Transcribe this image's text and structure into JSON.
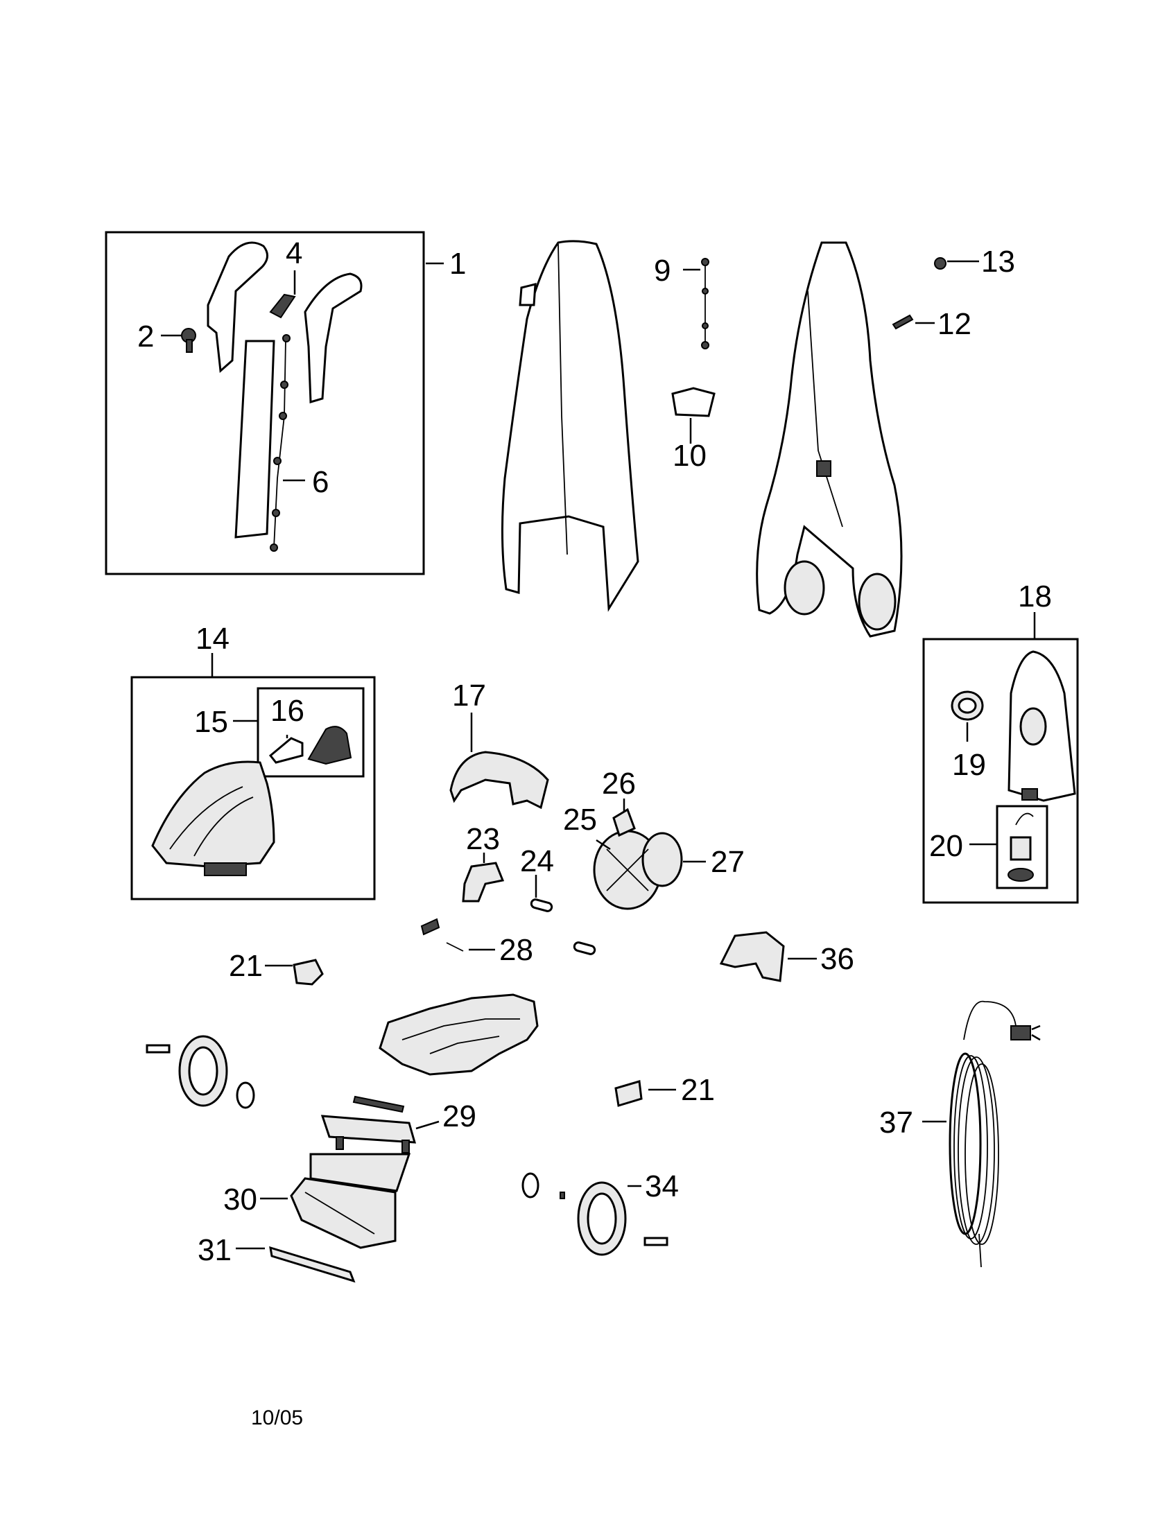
{
  "labels": {
    "p1": "1",
    "p2": "2",
    "p4": "4",
    "p6": "6",
    "p9": "9",
    "p10": "10",
    "p12": "12",
    "p13": "13",
    "p14": "14",
    "p15": "15",
    "p16": "16",
    "p17": "17",
    "p18": "18",
    "p19": "19",
    "p20": "20",
    "p21a": "21",
    "p21b": "21",
    "p23": "23",
    "p24": "24",
    "p25": "25",
    "p26": "26",
    "p27": "27",
    "p28": "28",
    "p29": "29",
    "p30": "30",
    "p31": "31",
    "p34": "34",
    "p36": "36",
    "p37": "37"
  },
  "footer": {
    "date_code": "10/05"
  }
}
